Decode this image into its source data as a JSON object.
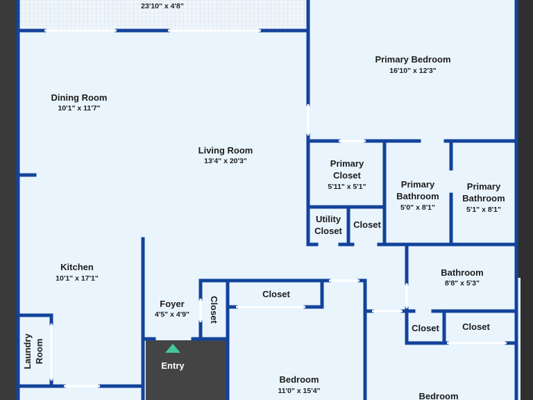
{
  "colors": {
    "background": "#3a3a3a",
    "floor": "#e9f4fd",
    "wall": "#13439a",
    "entry_marker": "#45c79a",
    "entry_floor": "#444444"
  },
  "rooms": {
    "top_deck": {
      "dims": "23'10\" x 4'8\""
    },
    "primary_bedroom": {
      "name": "Primary Bedroom",
      "dims": "16'10\" x 12'3\""
    },
    "dining_room": {
      "name": "Dining Room",
      "dims": "10'1\" x 11'7\""
    },
    "living_room": {
      "name": "Living Room",
      "dims": "13'4\" x 20'3\""
    },
    "primary_closet": {
      "name_line1": "Primary",
      "name_line2": "Closet",
      "dims": "5'11\" x 5'1\""
    },
    "primary_bath_a": {
      "name_line1": "Primary",
      "name_line2": "Bathroom",
      "dims": "5'0\" x 8'1\""
    },
    "primary_bath_b": {
      "name_line1": "Primary",
      "name_line2": "Bathroom",
      "dims": "5'1\" x 8'1\""
    },
    "utility_closet": {
      "name_line1": "Utility",
      "name_line2": "Closet"
    },
    "closet_small": {
      "name": "Closet"
    },
    "kitchen": {
      "name": "Kitchen",
      "dims": "10'1\" x 17'1\""
    },
    "bathroom": {
      "name": "Bathroom",
      "dims": "8'8\" x 5'3\""
    },
    "foyer": {
      "name": "Foyer",
      "dims": "4'5\" x 4'9\""
    },
    "foyer_closet": {
      "name": "Closet"
    },
    "hall_closet": {
      "name": "Closet"
    },
    "bath_closet_a": {
      "name": "Closet"
    },
    "bath_closet_b": {
      "name": "Closet"
    },
    "laundry": {
      "name_line1": "Laundry",
      "name_line2": "Room"
    },
    "bedroom_1": {
      "name": "Bedroom",
      "dims": "11'0\" x 15'4\""
    },
    "bedroom_2": {
      "name": "Bedroom"
    }
  },
  "entry": {
    "label": "Entry"
  }
}
